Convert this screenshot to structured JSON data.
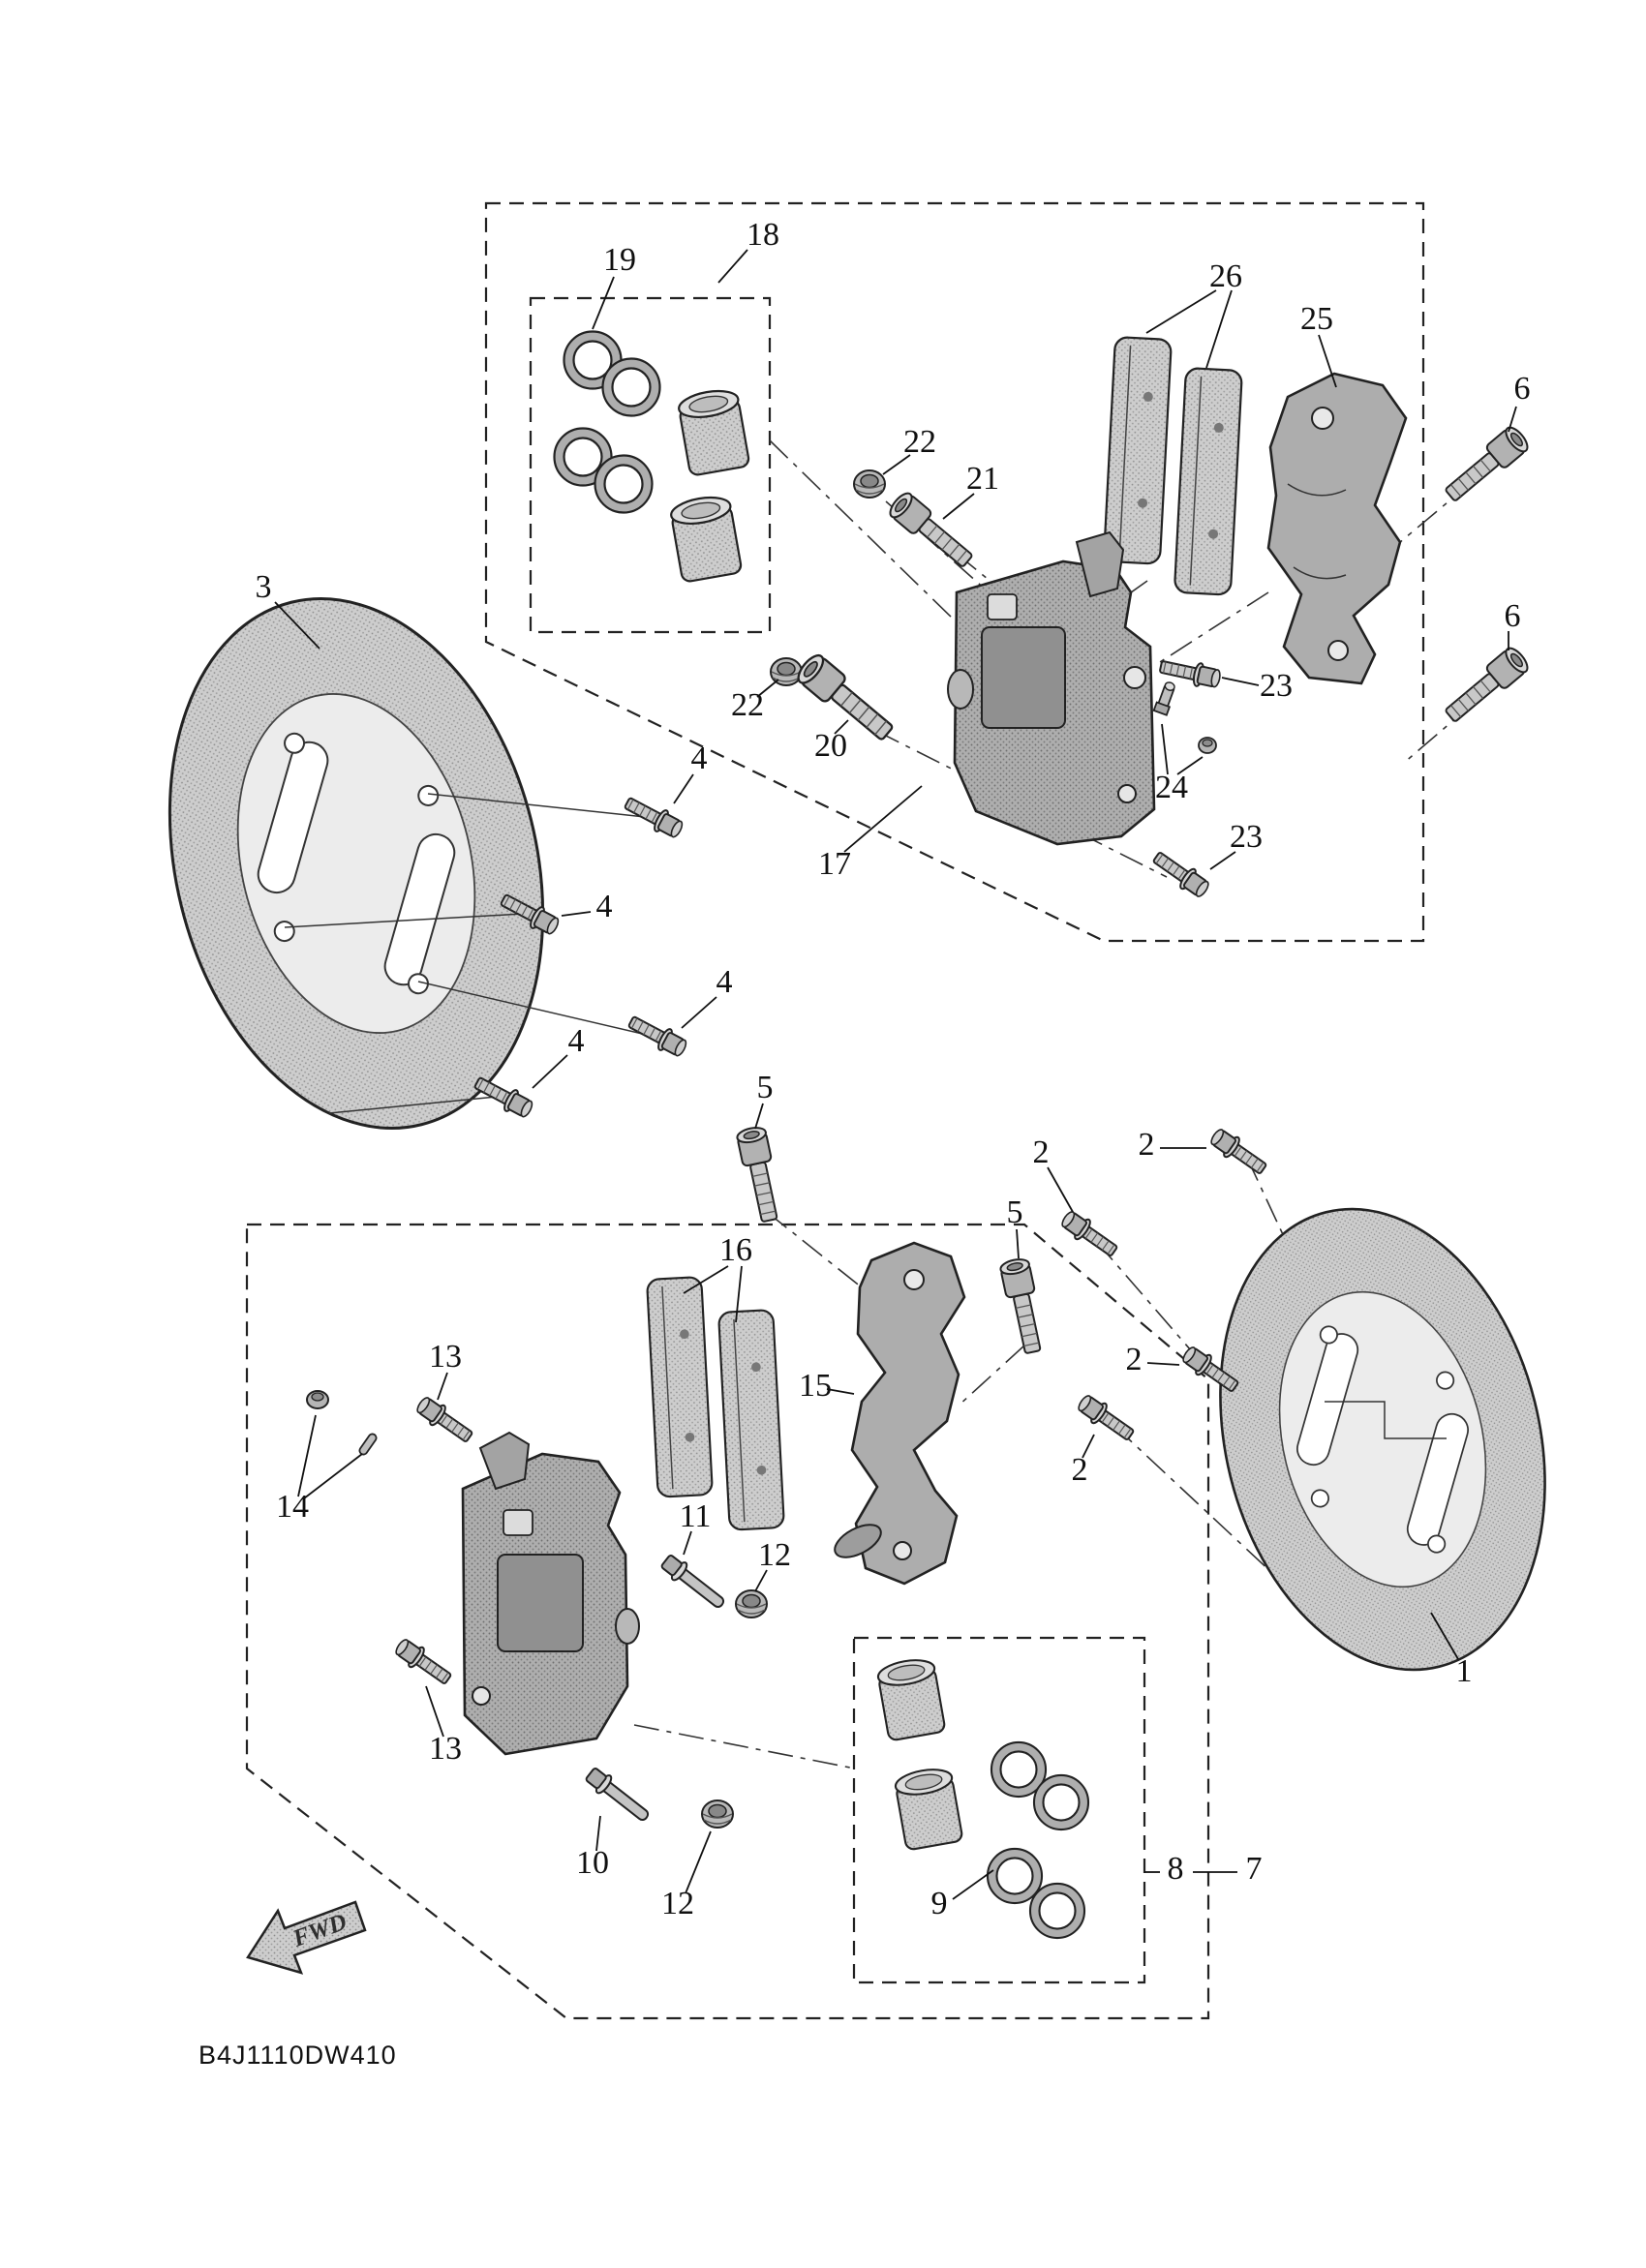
{
  "diagram": {
    "code": "B4J1110DW410",
    "fwd_label": "FWD"
  },
  "callouts": [
    {
      "label": "18"
    },
    {
      "label": "19"
    },
    {
      "label": "26"
    },
    {
      "label": "25"
    },
    {
      "label": "6"
    },
    {
      "label": "6"
    },
    {
      "label": "22"
    },
    {
      "label": "21"
    },
    {
      "label": "3"
    },
    {
      "label": "22"
    },
    {
      "label": "20"
    },
    {
      "label": "17"
    },
    {
      "label": "4"
    },
    {
      "label": "4"
    },
    {
      "label": "4"
    },
    {
      "label": "4"
    },
    {
      "label": "23"
    },
    {
      "label": "24"
    },
    {
      "label": "23"
    },
    {
      "label": "5"
    },
    {
      "label": "5"
    },
    {
      "label": "2"
    },
    {
      "label": "2"
    },
    {
      "label": "2"
    },
    {
      "label": "2"
    },
    {
      "label": "16"
    },
    {
      "label": "15"
    },
    {
      "label": "13"
    },
    {
      "label": "13"
    },
    {
      "label": "14"
    },
    {
      "label": "11"
    },
    {
      "label": "12"
    },
    {
      "label": "10"
    },
    {
      "label": "12"
    },
    {
      "label": "1"
    },
    {
      "label": "9"
    },
    {
      "label": "8"
    },
    {
      "label": "7"
    }
  ]
}
